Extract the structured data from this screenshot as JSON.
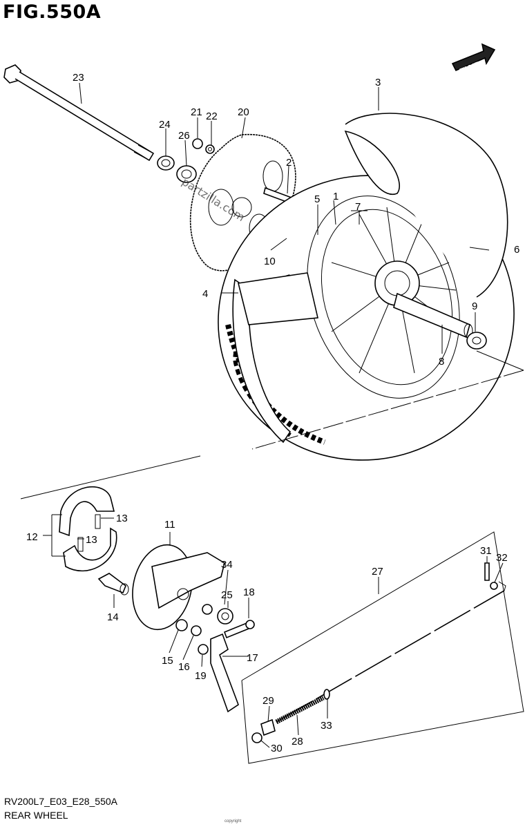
{
  "header": {
    "title": "FIG.550A"
  },
  "footer": {
    "model_code": "RV200L7_E03_E28_550A",
    "caption": "REAR WHEEL",
    "tiny_text": "copyright"
  },
  "fwd_label": "FWD",
  "watermark": "partzilla.com",
  "callouts": [
    "1",
    "2",
    "3",
    "4",
    "5",
    "6",
    "7",
    "8",
    "9",
    "10",
    "11",
    "12",
    "13",
    "13",
    "14",
    "15",
    "16",
    "17",
    "18",
    "19",
    "20",
    "21",
    "22",
    "23",
    "24",
    "25",
    "26",
    "27",
    "28",
    "29",
    "30",
    "31",
    "32",
    "33",
    "34"
  ]
}
